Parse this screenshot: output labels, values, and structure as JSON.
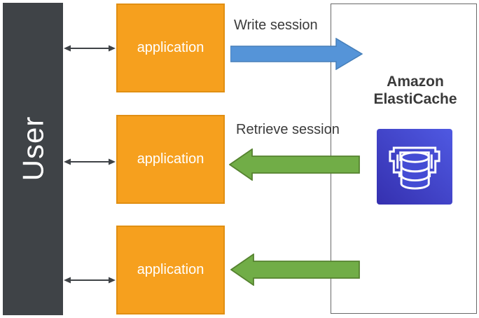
{
  "diagram": {
    "user": {
      "label": "User"
    },
    "applications": [
      {
        "label": "application"
      },
      {
        "label": "application"
      },
      {
        "label": "application"
      }
    ],
    "cache": {
      "name_line1": "Amazon",
      "name_line2": "ElastiCache",
      "icon": "elasticache-icon"
    },
    "flows": {
      "write": {
        "label": "Write session",
        "direction": "right",
        "color": "#5594D8"
      },
      "retrieve": {
        "label": "Retrieve session",
        "direction": "left",
        "color": "#71AD47"
      },
      "retrieve2": {
        "label": "",
        "direction": "left",
        "color": "#71AD47"
      },
      "user_links": {
        "count": 3,
        "style": "double-headed",
        "color": "#3F4347"
      }
    },
    "colors": {
      "user_bar": "#3F4347",
      "app_fill": "#F6A01E",
      "app_border": "#E18F12",
      "cache_border": "#696969",
      "label_text": "#3B3B3B",
      "icon_gradient_start": "#3530AF",
      "icon_gradient_end": "#4F59E2"
    }
  }
}
